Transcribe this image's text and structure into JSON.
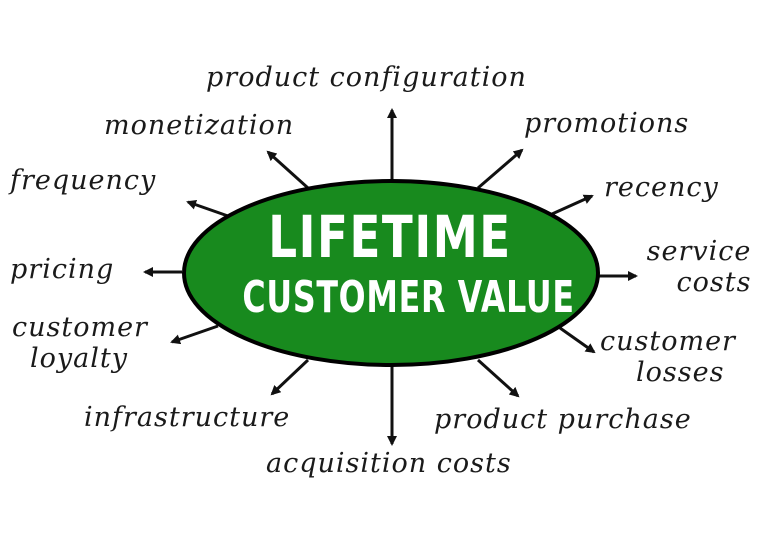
{
  "center": {
    "line1": "LIFETIME",
    "line2": "CUSTOMER VALUE",
    "fill": "#188a1e",
    "stroke": "#000000"
  },
  "factors": {
    "product_configuration": "product configuration",
    "monetization": "monetization",
    "promotions": "promotions",
    "frequency": "frequency",
    "recency": "recency",
    "pricing": "pricing",
    "service_costs_1": "service",
    "service_costs_2": "costs",
    "customer_loyalty_1": "customer",
    "customer_loyalty_2": "loyalty",
    "customer_losses_1": "customer",
    "customer_losses_2": "losses",
    "infrastructure": "infrastructure",
    "product_purchase": "product purchase",
    "acquisition_costs": "acquisition costs"
  },
  "arrow_color": "#111111"
}
